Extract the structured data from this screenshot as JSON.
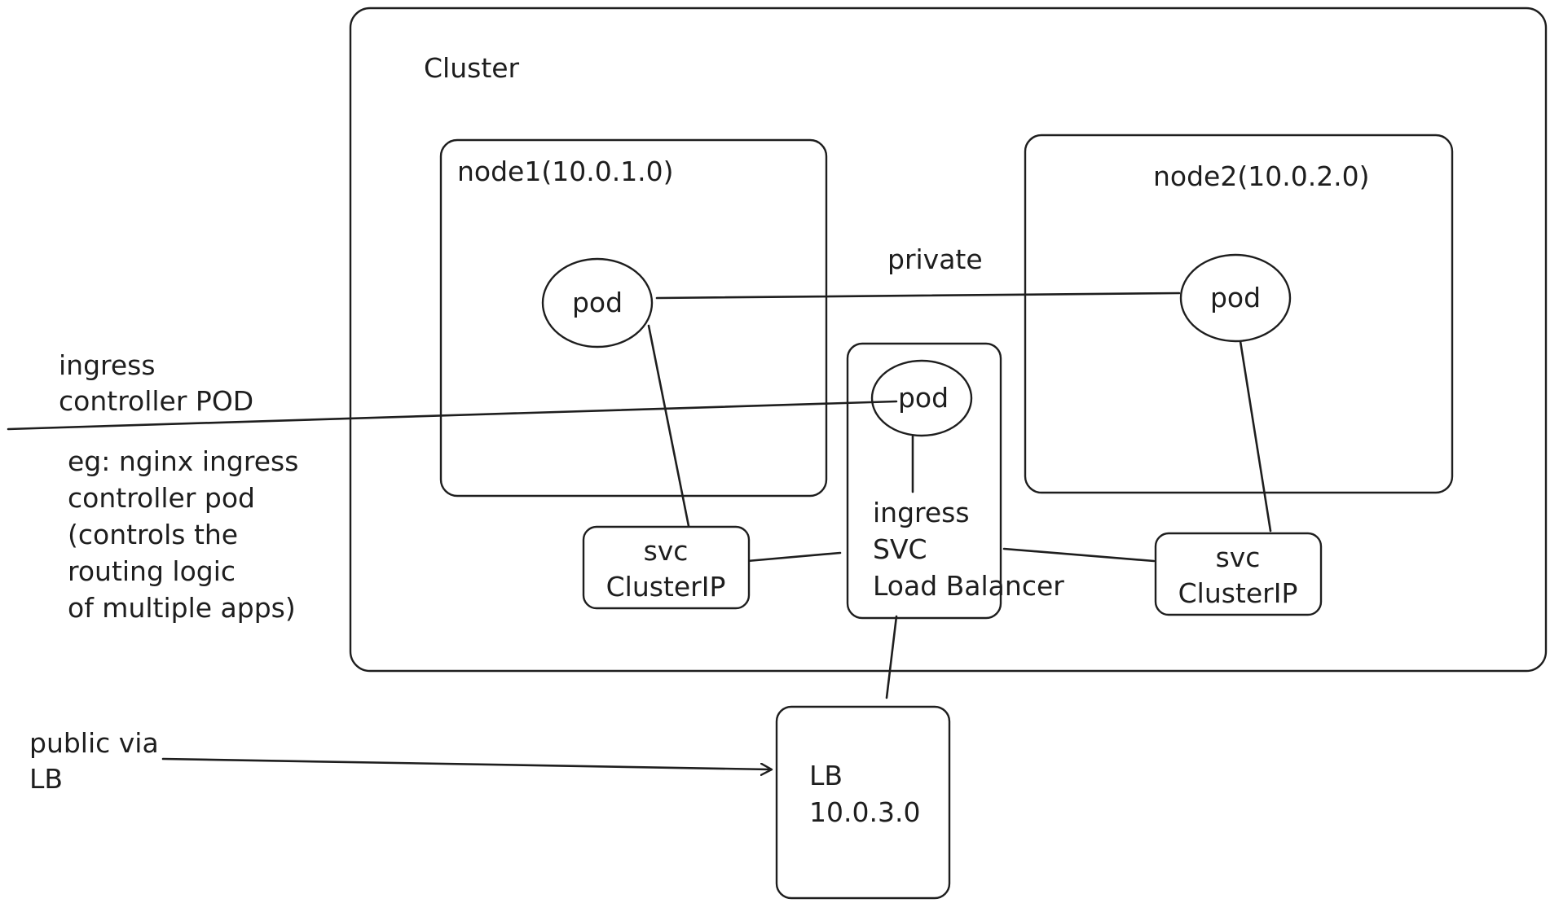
{
  "diagram": {
    "cluster": {
      "label": "Cluster"
    },
    "node1": {
      "label": "node1(10.0.1.0)"
    },
    "node2": {
      "label": "node2(10.0.2.0)"
    },
    "pod_node1": {
      "label": "pod"
    },
    "pod_node2": {
      "label": "pod"
    },
    "pod_ingress": {
      "label": "pod"
    },
    "link_private": {
      "label": "private"
    },
    "svc_left": {
      "line1": "svc",
      "line2": "ClusterIP"
    },
    "svc_right": {
      "line1": "svc",
      "line2": "ClusterIP"
    },
    "ingress_svc": {
      "line1": "ingress",
      "line2": "SVC",
      "line3": "Load Balancer"
    },
    "lb": {
      "line1": "LB",
      "line2": "10.0.3.0"
    },
    "note_ingress_controller": {
      "line1": "ingress",
      "line2": "controller POD"
    },
    "note_example": {
      "line1": "eg: nginx ingress",
      "line2": "controller pod",
      "line3": "(controls the",
      "line4": "routing logic",
      "line5": "of multiple apps)"
    },
    "note_public": {
      "line1": "public via",
      "line2": "LB"
    },
    "colors": {
      "stroke": "#1e1e1e",
      "background": "#ffffff"
    }
  }
}
